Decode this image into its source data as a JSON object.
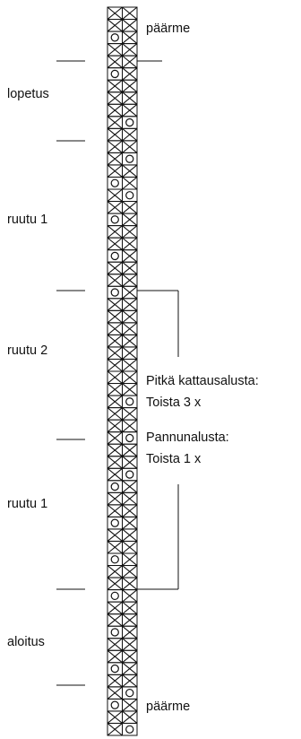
{
  "chart_grid": {
    "columns": 2,
    "rows": 60,
    "symbols": "x = filled cross cell, o = circle cell, blank = empty",
    "left_column": "xxoxxoxxxxxxxxoxxoxxoxxoxxxxxxxxxxxxxxxoxxoxxoxxoxxoxxoxxoxx",
    "right_column": "xxxxxxxxxoxxoxxoxxxxxxxxxxxxxxxxoxxoxxoxxxxxxxxxxxxxxxxxoxxo"
  },
  "side_labels": {
    "top_border": "päärme",
    "lopetus": "lopetus",
    "ruutu1_top": "ruutu 1",
    "ruutu2": "ruutu 2",
    "ruutu1_bottom": "ruutu 1",
    "aloitus": "aloitus",
    "bottom_border": "päärme"
  },
  "repeat_notes": {
    "long_mat": "Pitkä kattausalusta:",
    "long_mat_repeat": "Toista 3 x",
    "pot_mat": "Pannunalusta:",
    "pot_mat_repeat": "Toista 1 x"
  },
  "colors": {
    "ink": "#111111",
    "background": "#ffffff"
  }
}
